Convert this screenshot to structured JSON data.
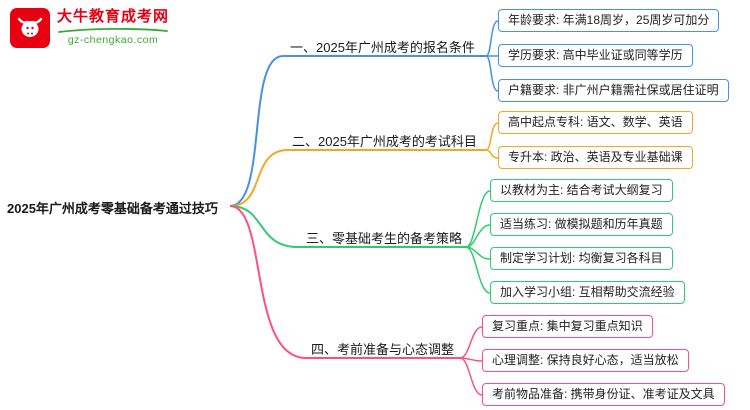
{
  "logo": {
    "site_name": "大牛教育成考网",
    "site_url": "gz-chengkao.com",
    "brand_color": "#e60012",
    "accent_green": "#39a935"
  },
  "root": {
    "title": "2025年广州成考零基础备考通过技巧"
  },
  "branches": [
    {
      "label": "一、2025年广州成考的报名条件",
      "color": "#4a90e2",
      "items": [
        {
          "text": "年龄要求: 年满18周岁，25周岁可加分"
        },
        {
          "text": "学历要求: 高中毕业证或同等学历"
        },
        {
          "text": "户籍要求: 非广州户籍需社保或居住证明"
        }
      ]
    },
    {
      "label": "二、2025年广州成考的考试科目",
      "color": "#f5a623",
      "items": [
        {
          "text": "高中起点专科: 语文、数学、英语"
        },
        {
          "text": "专升本: 政治、英语及专业基础课"
        }
      ]
    },
    {
      "label": "三、零基础考生的备考策略",
      "color": "#2ecc71",
      "items": [
        {
          "text": "以教材为主: 结合考试大纲复习"
        },
        {
          "text": "适当练习: 做模拟题和历年真题"
        },
        {
          "text": "制定学习计划: 均衡复习各科目"
        },
        {
          "text": "加入学习小组: 互相帮助交流经验"
        }
      ]
    },
    {
      "label": "四、考前准备与心态调整",
      "color": "#ff4f81",
      "items": [
        {
          "text": "复习重点: 集中复习重点知识"
        },
        {
          "text": "心理调整: 保持良好心态，适当放松"
        },
        {
          "text": "考前物品准备: 携带身份证、准考证及文具"
        }
      ]
    }
  ]
}
